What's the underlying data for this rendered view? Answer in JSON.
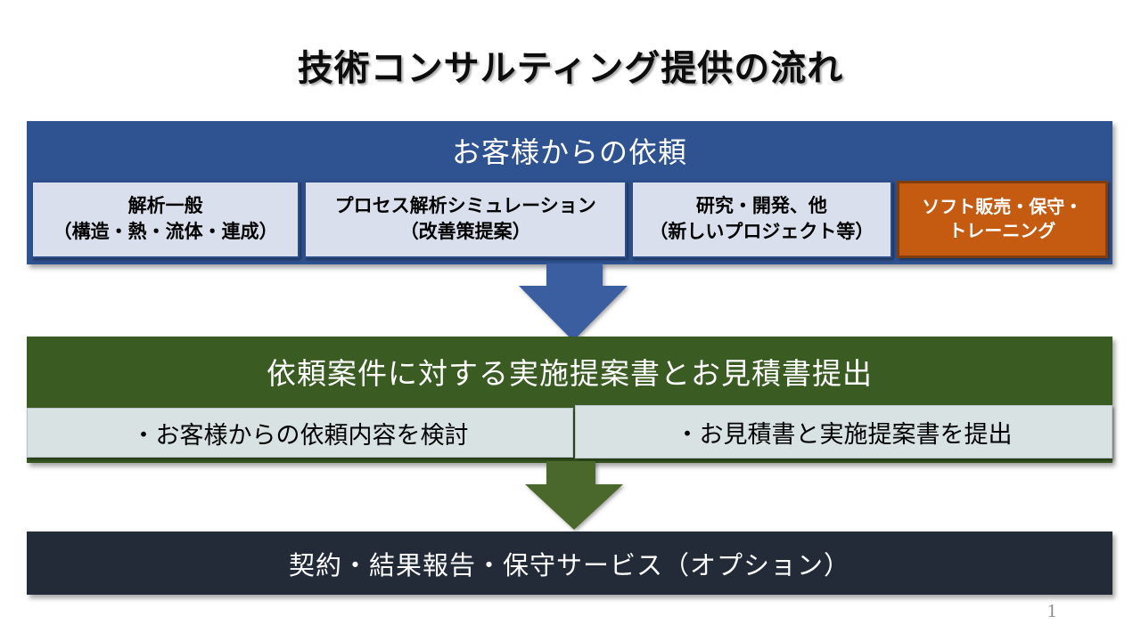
{
  "slide": {
    "title": "技術コンサルティング提供の流れ",
    "page_number": "1"
  },
  "request_section": {
    "header": "お客様からの依頼",
    "colors": {
      "background": "#2f5391",
      "item_background": "#d9dfec",
      "item_border": "#2c4c8a",
      "highlight_background": "#c55a11",
      "highlight_border": "#7f3d10"
    },
    "items": [
      {
        "line1": "解析一般",
        "line2": "（構造・熱・流体・連成）"
      },
      {
        "line1": "プロセス解析シミュレーション",
        "line2": "（改善策提案）"
      },
      {
        "line1": "研究・開発、他",
        "line2": "（新しいプロジェクト等）"
      },
      {
        "line1": "ソフト販売・保守・",
        "line2": "トレーニング"
      }
    ]
  },
  "proposal_section": {
    "header": "依頼案件に対する実施提案書とお見積書提出",
    "colors": {
      "background": "#3a5b22",
      "item_background": "#d9e2e2"
    },
    "items": [
      {
        "label": "・お客様からの依頼内容を検討"
      },
      {
        "label": "・お見積書と実施提案書を提出"
      }
    ]
  },
  "contract_section": {
    "label": "契約・結果報告・保守サービス（オプション）",
    "colors": {
      "background": "#232b38"
    }
  },
  "arrows": {
    "blue": {
      "color": "#3a5e9f"
    },
    "green": {
      "color": "#4a682b"
    }
  }
}
